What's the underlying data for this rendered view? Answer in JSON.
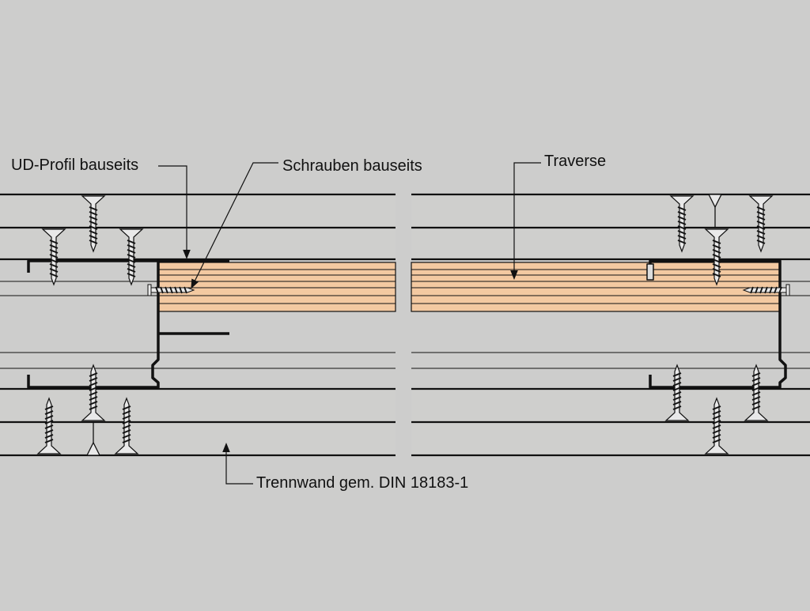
{
  "labels": {
    "ud_profil": "UD-Profil bauseits",
    "schrauben": "Schrauben bauseits",
    "traverse": "Traverse",
    "trennwand": "Trennwand gem. DIN 18183-1"
  },
  "colors": {
    "background": "#cdcdcc",
    "board_fill": "#cfcfcd",
    "wood_fill": "#f3c9a1",
    "line": "#111111"
  }
}
